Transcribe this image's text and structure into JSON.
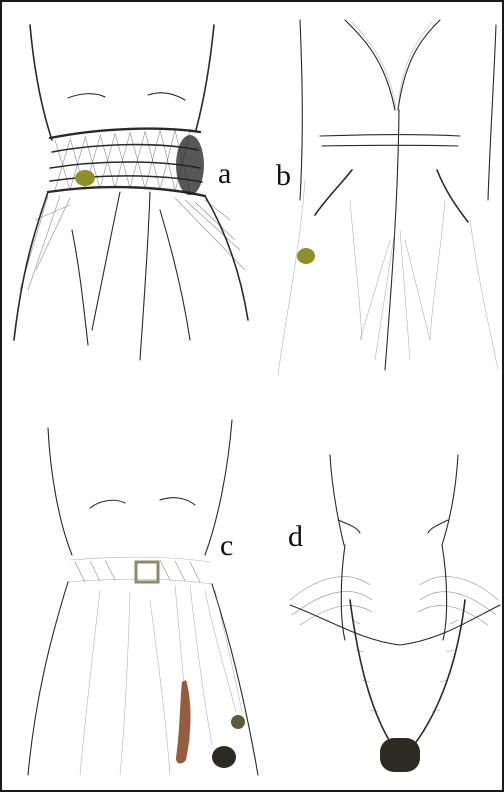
{
  "figure": {
    "panels": [
      {
        "id": "a",
        "label": "a"
      },
      {
        "id": "b",
        "label": "b"
      },
      {
        "id": "c",
        "label": "c"
      },
      {
        "id": "d",
        "label": "d"
      }
    ]
  },
  "colors": {
    "border": "#1a1a1a",
    "ink": "#2a2a2a",
    "bead_green": "#8f8f2a",
    "pendant_dark": "#2b2b24",
    "knife_rust": "#8a4a2a",
    "buckle": "#8b8b6a"
  }
}
